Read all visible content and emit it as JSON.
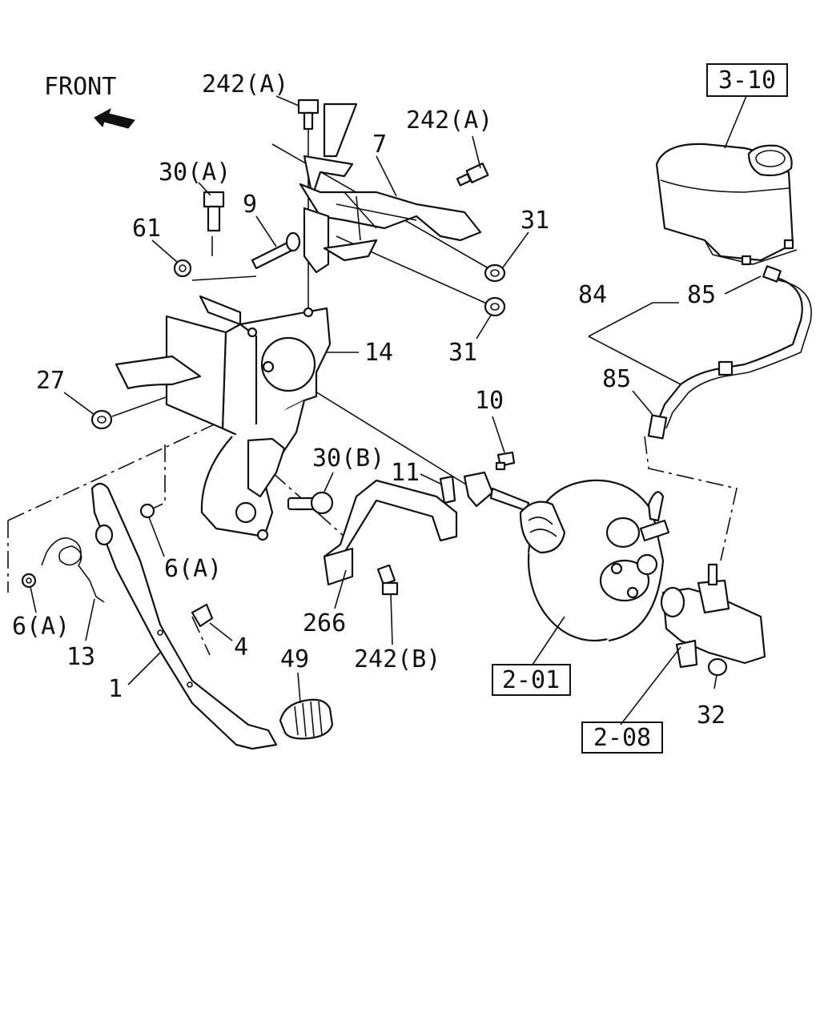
{
  "labels": {
    "front": "FRONT",
    "l242a_top": "242(A)",
    "l242a_right": "242(A)",
    "l30a": "30(A)",
    "l9": "9",
    "l61": "61",
    "l7": "7",
    "l31_top": "31",
    "l31_bottom": "31",
    "l14": "14",
    "l27": "27",
    "l10": "10",
    "l11": "11",
    "l30b": "30(B)",
    "l6a_mid": "6(A)",
    "l6a_left": "6(A)",
    "l13": "13",
    "l4": "4",
    "l266": "266",
    "l242b": "242(B)",
    "l49": "49",
    "l1": "1",
    "l84": "84",
    "l85_top": "85",
    "l85_mid": "85",
    "l32": "32"
  },
  "refs": {
    "r310": "3-10",
    "r201": "2-01",
    "r208": "2-08"
  },
  "icons": [
    "front-arrow-icon"
  ]
}
